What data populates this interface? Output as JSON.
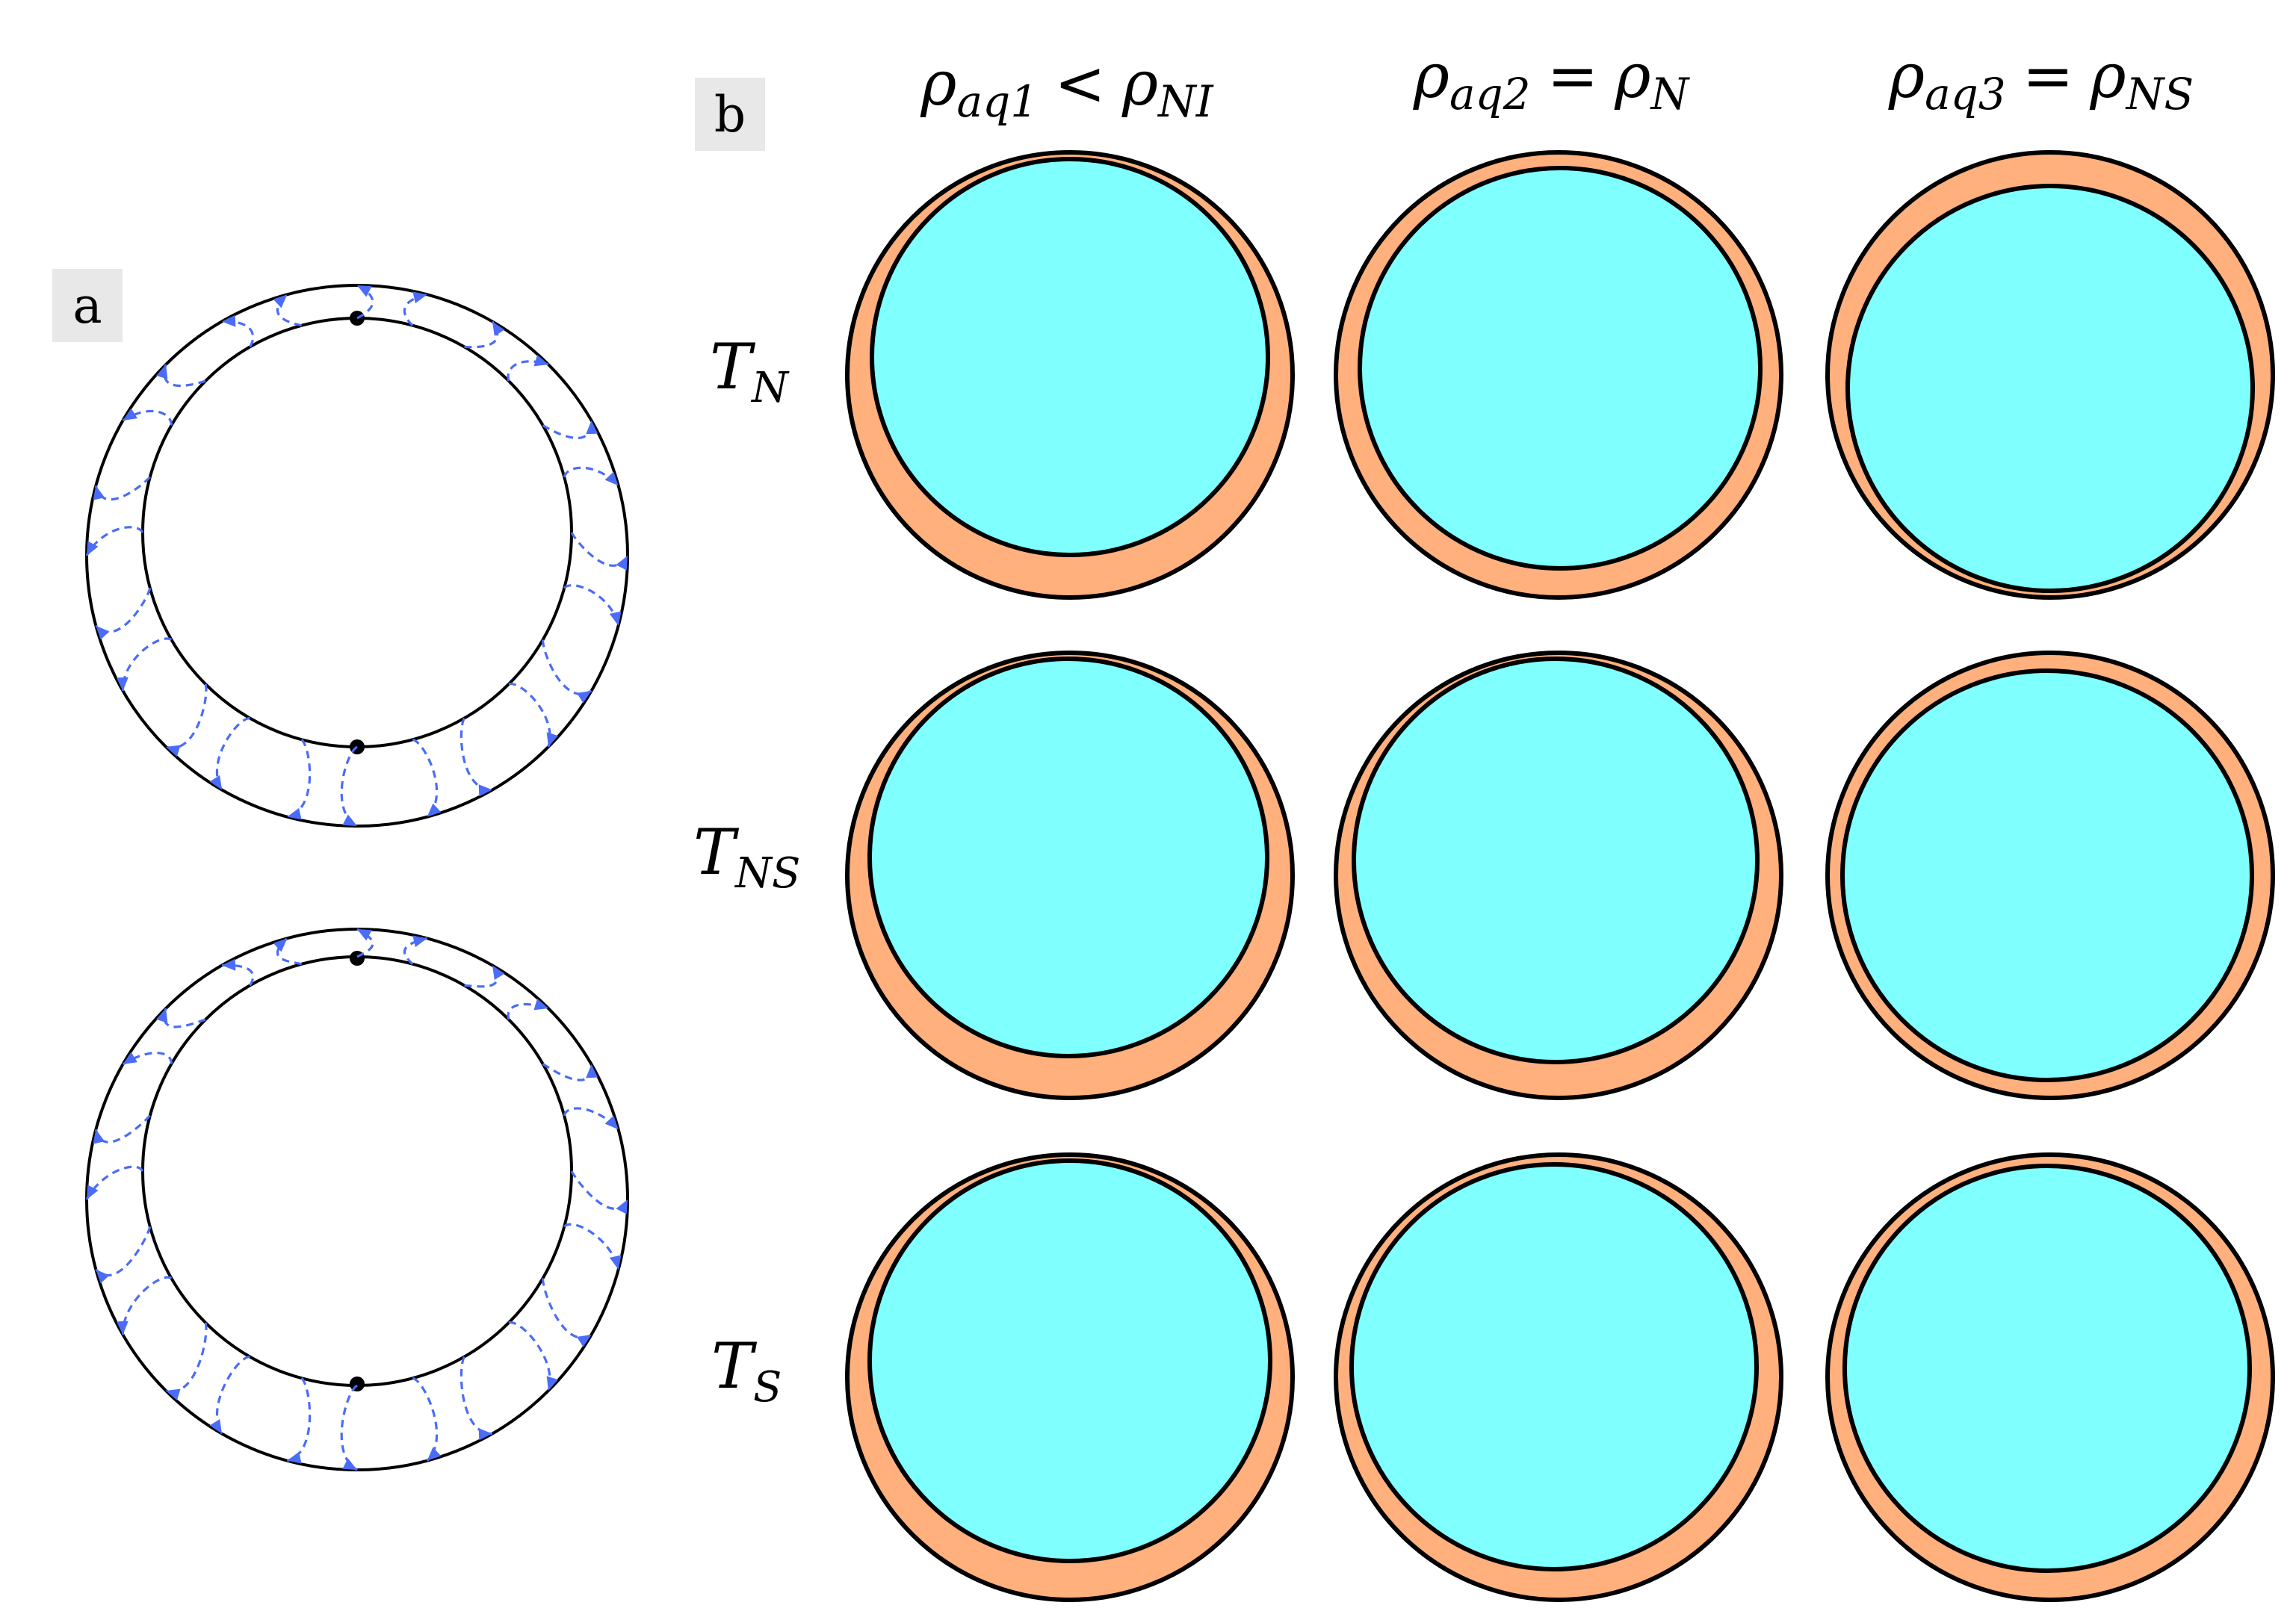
{
  "panels": {
    "a": {
      "label": "a"
    },
    "b": {
      "label": "b"
    }
  },
  "columns": [
    {
      "rho": "ρ",
      "sub": "aq1",
      "relation": "<",
      "rho2": "ρ",
      "sub2": "NI"
    },
    {
      "rho": "ρ",
      "sub": "aq2",
      "relation": "=",
      "rho2": "ρ",
      "sub2": "N"
    },
    {
      "rho": "ρ",
      "sub": "aq3",
      "relation": "=",
      "rho2": "ρ",
      "sub2": "NS"
    }
  ],
  "rows": [
    {
      "sym": "T",
      "sub": "N"
    },
    {
      "sym": "T",
      "sub": "NS"
    },
    {
      "sym": "T",
      "sub": "S"
    }
  ],
  "colors": {
    "shell": "#ffb07c",
    "core": "#80ffff",
    "field_lines": "#4a6cf7",
    "outline": "#000000"
  }
}
